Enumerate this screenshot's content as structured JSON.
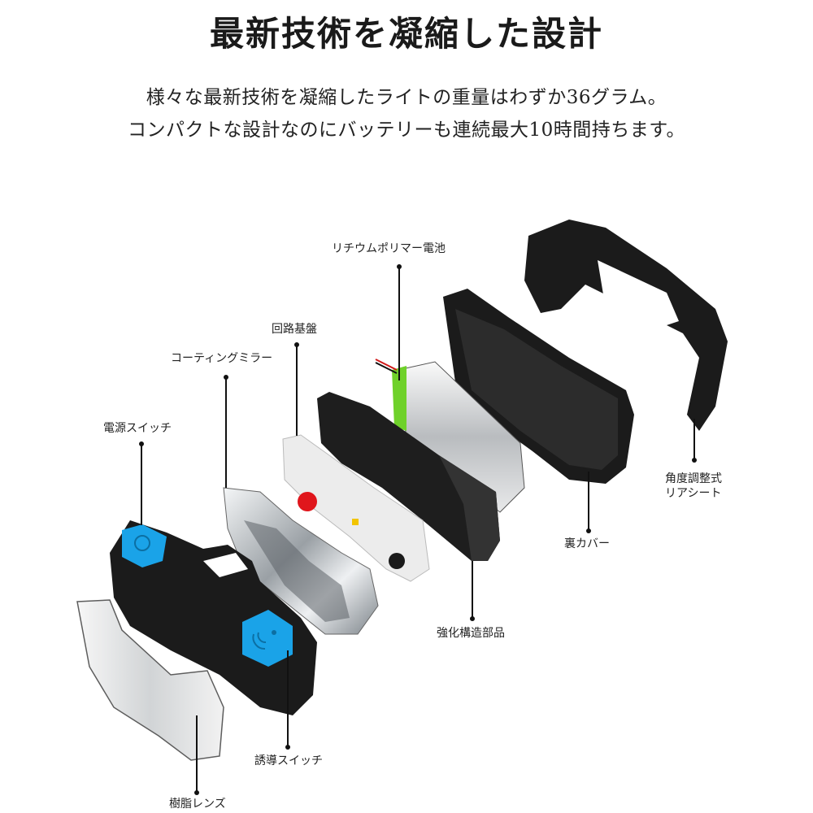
{
  "header": {
    "title": "最新技術を凝縮した設計",
    "subtitle_lines": [
      "様々な最新技術を凝縮したライトの重量はわずか36グラム。",
      "コンパクトな設計なのにバッテリーも連続最大10時間持ちます。"
    ]
  },
  "spec": {
    "weight_grams": 36,
    "max_runtime_hours": 10
  },
  "parts": [
    {
      "id": "battery",
      "label": "リチウムポリマー電池"
    },
    {
      "id": "circuit",
      "label": "回路基盤"
    },
    {
      "id": "mirror",
      "label": "コーティングミラー"
    },
    {
      "id": "power_switch",
      "label": "電源スイッチ"
    },
    {
      "id": "rear_seat",
      "label": "角度調整式",
      "label2": "リアシート"
    },
    {
      "id": "back_cover",
      "label": "裏カバー"
    },
    {
      "id": "reinforcement",
      "label": "強化構造部品"
    },
    {
      "id": "sensor_switch",
      "label": "誘導スイッチ"
    },
    {
      "id": "lens",
      "label": "樹脂レンズ"
    }
  ],
  "colors": {
    "button_blue": "#1aa3e8",
    "housing_black": "#1b1b1b",
    "battery_green": "#6fd12a",
    "led_red": "#e0161c",
    "chrome": "#d9dde0"
  }
}
